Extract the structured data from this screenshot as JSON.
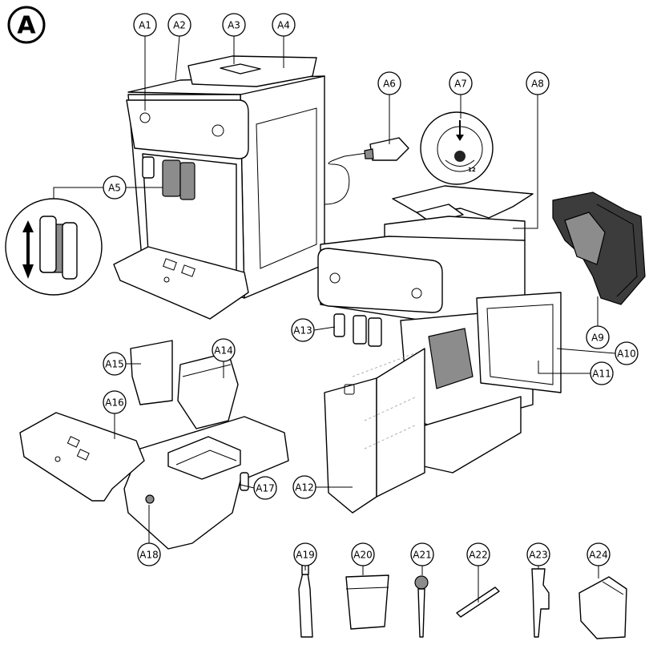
{
  "figure": {
    "badge": "A",
    "labels": {
      "A1": "A1",
      "A2": "A2",
      "A3": "A3",
      "A4": "A4",
      "A5": "A5",
      "A6": "A6",
      "A7": "A7",
      "A8": "A8",
      "A9": "A9",
      "A10": "A10",
      "A11": "A11",
      "A12": "A12",
      "A13": "A13",
      "A14": "A14",
      "A15": "A15",
      "A16": "A16",
      "A17": "A17",
      "A18": "A18",
      "A19": "A19",
      "A20": "A20",
      "A21": "A21",
      "A22": "A22",
      "A23": "A23",
      "A24": "A24"
    },
    "dial_number": "12"
  },
  "colors": {
    "line": "#000000",
    "part_grey": "#8c8c8c",
    "part_dark": "#3c3c3c",
    "background": "#ffffff"
  }
}
